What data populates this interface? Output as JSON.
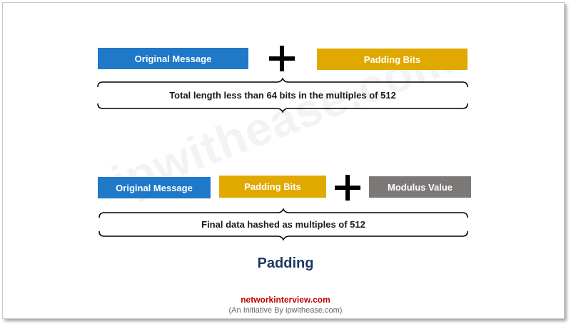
{
  "row1": {
    "message": "Original Message",
    "padding": "Padding Bits",
    "brace_label": "Total length less than 64 bits in the multiples of 512"
  },
  "row2": {
    "message": "Original Message",
    "padding": "Padding Bits",
    "modulus": "Modulus Value",
    "brace_label": "Final data hashed as multiples of 512"
  },
  "title": "Padding",
  "footer": {
    "site": "networkinterview.com",
    "tagline": "(An Initiative By ipwithease.com)"
  },
  "watermark": "ipwithease.com",
  "colors": {
    "blue": "#1f78c8",
    "gold": "#e1a900",
    "grey": "#7d7878",
    "title": "#1f3864",
    "site": "#c00000"
  }
}
